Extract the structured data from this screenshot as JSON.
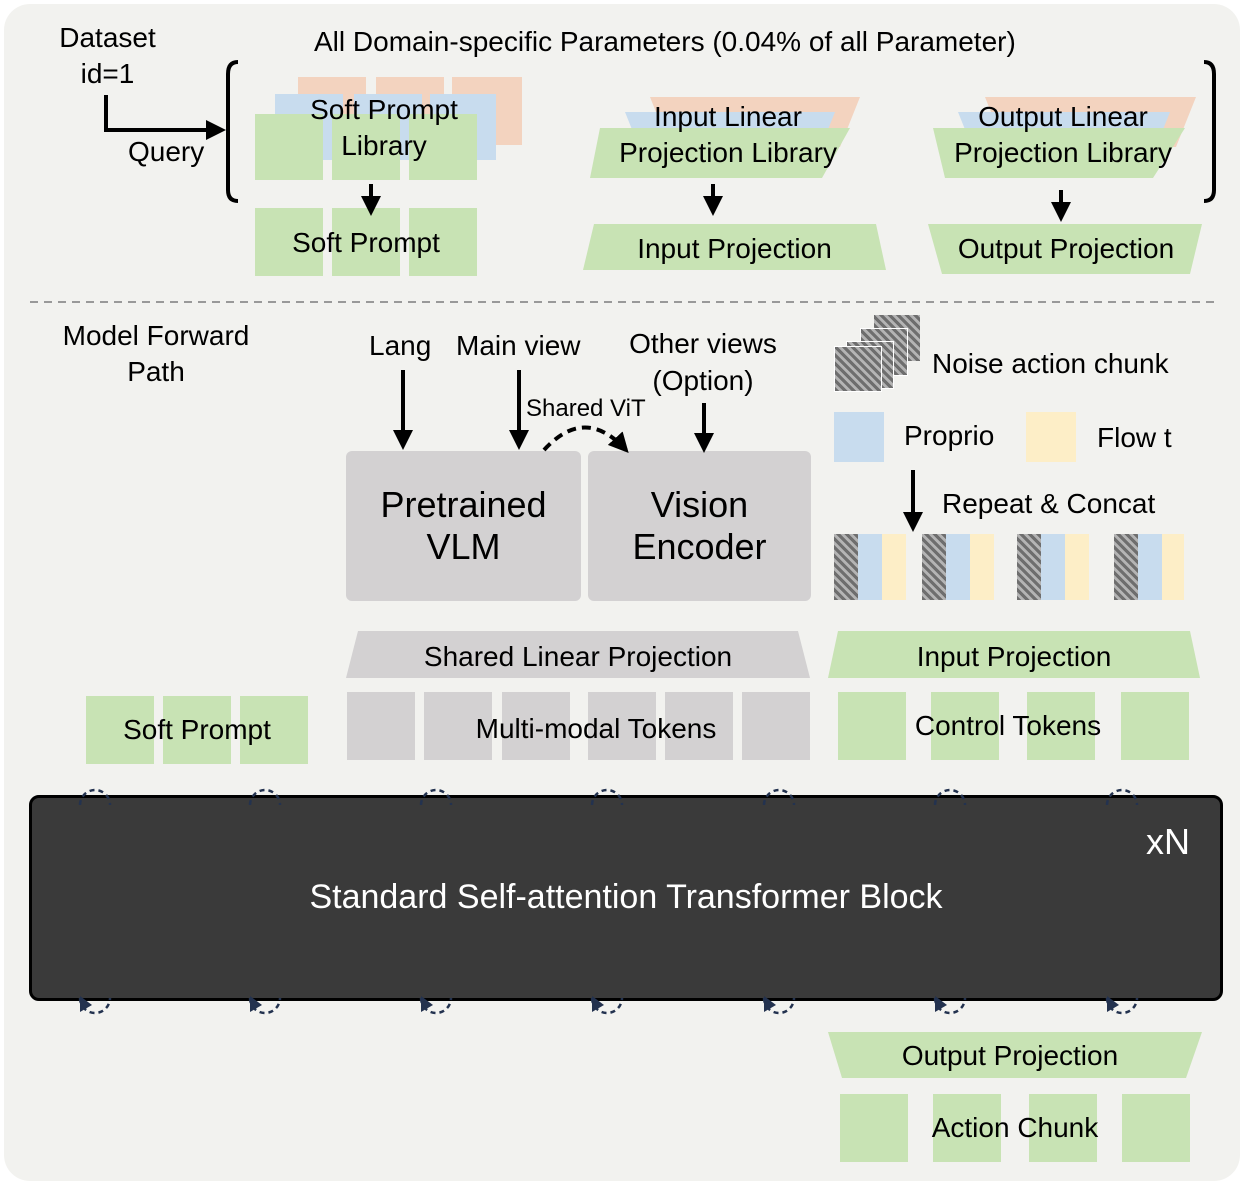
{
  "header": {
    "dataset": "Dataset",
    "dataset_id": "id=1",
    "query": "Query",
    "title": "All Domain-specific Parameters (0.04% of all Parameter)"
  },
  "libraries": {
    "soft_prompt_library": [
      "Soft Prompt",
      "Library"
    ],
    "soft_prompt": "Soft Prompt",
    "input_linear_library": [
      "Input Linear",
      "Projection Library"
    ],
    "input_projection": "Input Projection",
    "output_linear_library": [
      "Output Linear",
      "Projection Library"
    ],
    "output_projection": "Output Projection"
  },
  "forward": {
    "path_label": [
      "Model Forward",
      "Path"
    ],
    "lang": "Lang",
    "main_view": "Main view",
    "other_views": [
      "Other views",
      "(Option)"
    ],
    "shared_vit": "Shared ViT",
    "pretrained_vlm": [
      "Pretrained",
      "VLM"
    ],
    "vision_encoder": [
      "Vision",
      "Encoder"
    ],
    "noise_action_chunk": "Noise action chunk",
    "proprio": "Proprio",
    "flow_t": "Flow t",
    "repeat_concat": "Repeat & Concat",
    "shared_linear_projection": "Shared Linear Projection",
    "multimodal_tokens": "Multi-modal Tokens",
    "input_projection": "Input Projection",
    "control_tokens": "Control Tokens",
    "soft_prompt": "Soft Prompt",
    "transformer_block": "Standard Self-attention Transformer Block",
    "repeat_n": "xN",
    "output_projection": "Output Projection",
    "action_chunk": "Action Chunk"
  },
  "colors": {
    "green": "#c8e3b4",
    "blue": "#c8dcee",
    "peach": "#f3d3bf",
    "yellow": "#fdeec7",
    "gray": "#d3d1d2",
    "block": "#3a3a3a",
    "panel": "#f2f2ef"
  }
}
